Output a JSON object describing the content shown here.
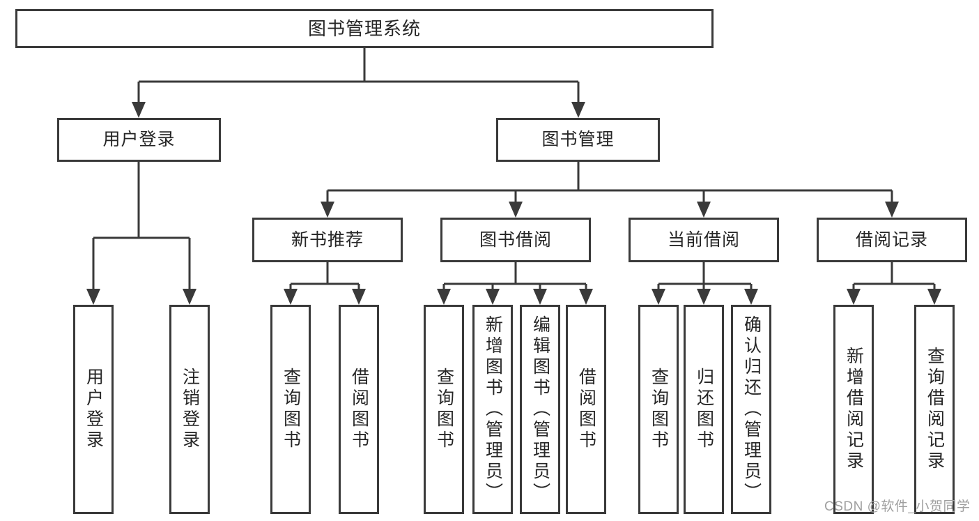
{
  "tree": {
    "root": {
      "label": "图书管理系统"
    },
    "level1": [
      {
        "label": "用户登录",
        "children": [
          {
            "label": "用户登录"
          },
          {
            "label": "注销登录"
          }
        ]
      },
      {
        "label": "图书管理",
        "children": [
          {
            "label": "新书推荐",
            "children": [
              {
                "label": "查询图书"
              },
              {
                "label": "借阅图书"
              }
            ]
          },
          {
            "label": "图书借阅",
            "children": [
              {
                "label": "查询图书"
              },
              {
                "label": "新增图书（管理员）"
              },
              {
                "label": "编辑图书（管理员）"
              },
              {
                "label": "借阅图书"
              }
            ]
          },
          {
            "label": "当前借阅",
            "children": [
              {
                "label": "查询图书"
              },
              {
                "label": "归还图书"
              },
              {
                "label": "确认归还（管理员）"
              }
            ]
          },
          {
            "label": "借阅记录",
            "children": [
              {
                "label": "新增借阅记录"
              },
              {
                "label": "查询借阅记录"
              }
            ]
          }
        ]
      }
    ]
  },
  "watermark": {
    "text": "CSDN @软件_小贺同学"
  },
  "colors": {
    "line": "#3a3a3a",
    "box_border": "#3a3a3a",
    "text": "#262626",
    "watermark": "#9f9f9f",
    "background": "#ffffff"
  }
}
